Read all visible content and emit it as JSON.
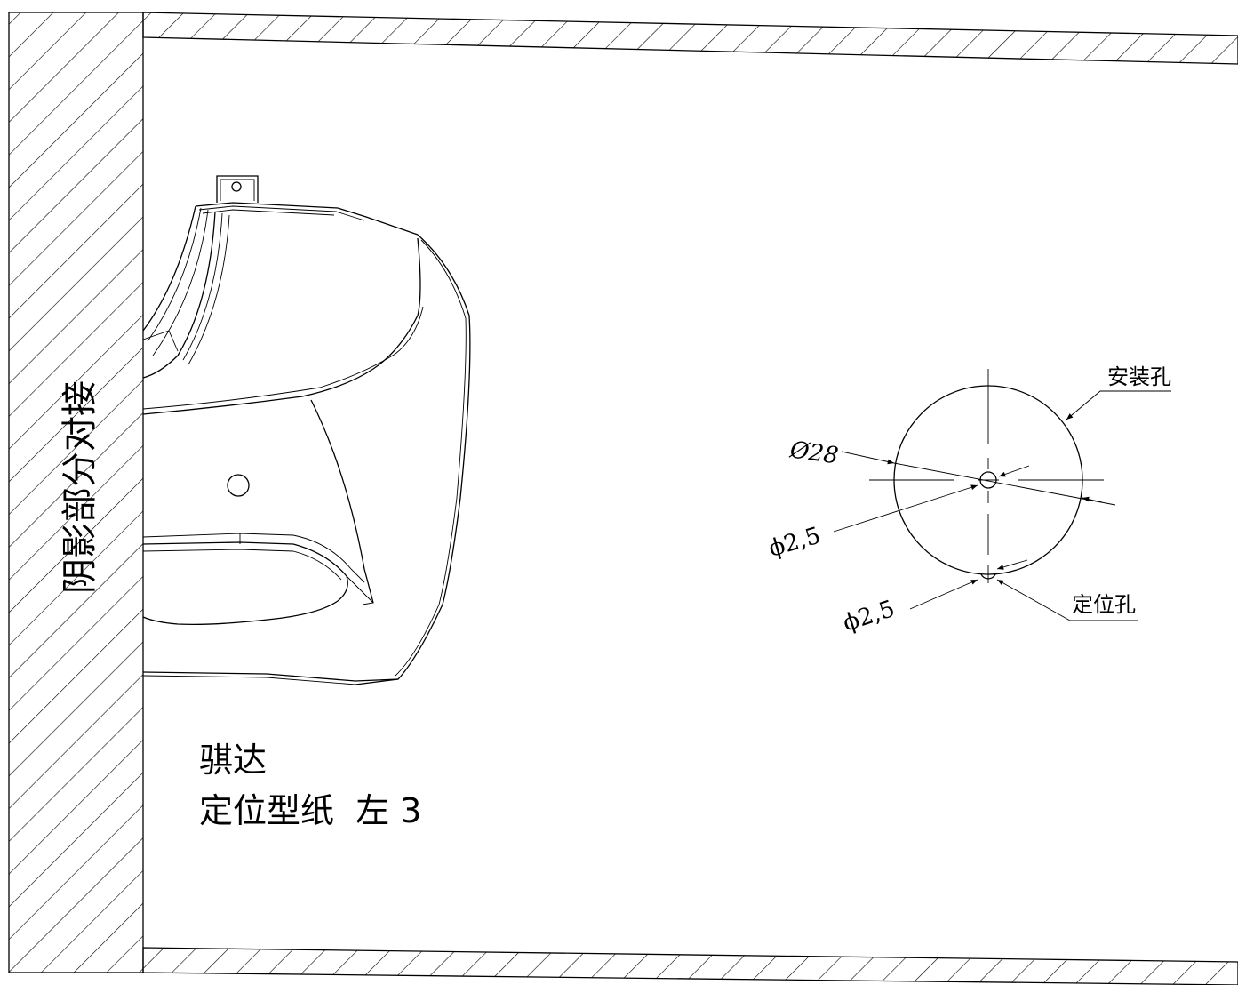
{
  "side_label": "阴影部分对接",
  "title": {
    "line1": "骐达",
    "line2": "定位型纸  左 3"
  },
  "annotations": {
    "mount_hole": "安装孔",
    "locating_hole": "定位孔",
    "dia_large": "Ø28",
    "dia_center": "ϕ2,5",
    "dia_locating": "ϕ2,5"
  }
}
